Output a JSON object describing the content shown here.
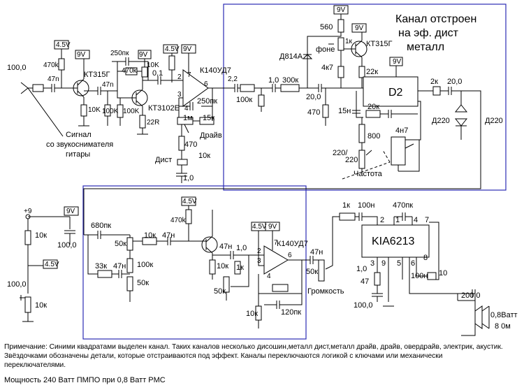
{
  "labels": {
    "input_cap": "100,0",
    "r_470k_a": "470k",
    "supply_4v5_a": "4.5V",
    "supply_9v_a": "9V",
    "cap_250pk_a": "250пк",
    "supply_9v_b": "9V",
    "supply_4v5_b": "4.5V",
    "supply_9v_c": "9V",
    "r_470k_b": "470k",
    "r_10k_a": "10K",
    "cap_0_1": "0,1",
    "opamp1": "К140УД7",
    "t1": "КТ315Г",
    "cap_47n_a": "47n",
    "cap_47n_b": "47n",
    "r_10k_b": "10K",
    "r_100k_a": "100K",
    "r_100k_b": "100K",
    "t2": "КТ3102Е",
    "r_22r": "22R",
    "pin2_a": "2",
    "pin3_a": "3",
    "pin4_a": "4",
    "pin6_a": "6",
    "pin7_a": "7",
    "cap_2_2": "2,2",
    "cap_250pk_b": "250пк",
    "pot_1m": "1м",
    "r_15k": "15к",
    "drive": "Драйв",
    "r_470_a": "470",
    "dist": "Дист",
    "r_10k_c": "10к",
    "cap_1_0_a": "1,0",
    "signal_1": "Сигнал",
    "signal_2": "со звукоснимателя",
    "signal_3": "гитары",
    "channel_1": "Канал отстроен",
    "channel_2": "на эф. дист",
    "channel_3": "металл",
    "supply_9v_d": "9V",
    "supply_9v_e": "9V",
    "r_560": "560",
    "pot_1k": "1к",
    "fone": "фоне",
    "t3": "КТ315Г",
    "zener": "Д814А",
    "r_4k7": "4к7",
    "r_22k": "22к",
    "supply_9v_f": "9V",
    "r_100k_c": "100к",
    "cap_1_0_b": "1,0",
    "r_300k": "300к",
    "cap_20_0_a": "20,0",
    "r_470_b": "470",
    "d2": "D2",
    "cap_15n": "15н",
    "r_20k": "20к",
    "cap_4n7": "4н7",
    "r_800": "800",
    "pot_220": "220/",
    "pot_220b": "220",
    "freq": "Частота",
    "r_2k": "2к",
    "cap_20_0_b": "20,0",
    "diode_a": "Д220",
    "diode_b": "Д220",
    "supply_9v_g": "+9",
    "supply_9v_h": "9V",
    "r_10k_d": "10к",
    "cap_100_0_a": "100,0",
    "supply_4v5_c": "4.5V",
    "cap_100_0_b": "100,0",
    "r_10k_e": "10к",
    "cap_680pk": "680пк",
    "r_50k_a": "50к",
    "r_10k_f": "10к",
    "cap_47n_c": "47н",
    "supply_4v5_d": "4.5V",
    "r_470k_c": "470k",
    "r_33k": "33к",
    "cap_47n_d": "47н",
    "r_100k_d": "100к",
    "r_50k_b": "50к",
    "cap_47n_e": "47н",
    "r_10k_g": "10к",
    "cap_1_0_c": "1,0",
    "r_1k_a": "1к",
    "supply_4v5_e": "4.5V",
    "supply_9v_i": "9V",
    "opamp2": "К140УД7",
    "pin2_b": "2",
    "pin3_b": "3",
    "pin4_b": "4",
    "pin6_b": "6",
    "pin7_b": "7",
    "r_50k_c": "50к",
    "r_10k_h": "10к",
    "cap_120pk": "120пк",
    "cap_47n_f": "47н",
    "r_50k_d": "50к",
    "volume": "Громкость",
    "r_1k_b": "1к",
    "cap_100n_a": "100н",
    "cap_470pk": "470пк",
    "pin_2": "2",
    "pin_1": "1",
    "pin_4": "4",
    "pin_7": "7",
    "ic": "KIA6213",
    "pin_3": "3",
    "pin_9": "9",
    "pin_5": "5",
    "pin_6": "6",
    "pin_8": "8",
    "cap_1_0_d": "1,0",
    "r_47": "47",
    "cap_100n_b": "100н",
    "r_10": "10",
    "cap_100_0_c": "100,0",
    "cap_200_0": "200,0",
    "speaker_1": "0,8Ватт",
    "speaker_2": "8 0м"
  },
  "note": {
    "line1": "Примечание: Синими квадратами выделен канал. Таких каналов несколько дисошин,металл дист,металл драйв, драйв, овердрайв, электрик, акустик.",
    "line2": "Звёздочками обозначены детали, которые отстраиваются под эффект. Каналы переключаются логикой с ключами или механически",
    "line3": "переключателями.",
    "power": "Мощность 240 Ватт ПМПО  при 0,8 Ватт PMC"
  },
  "colors": {
    "wire": "#000000",
    "channel_box": "#2b2bb5",
    "background": "#ffffff"
  }
}
